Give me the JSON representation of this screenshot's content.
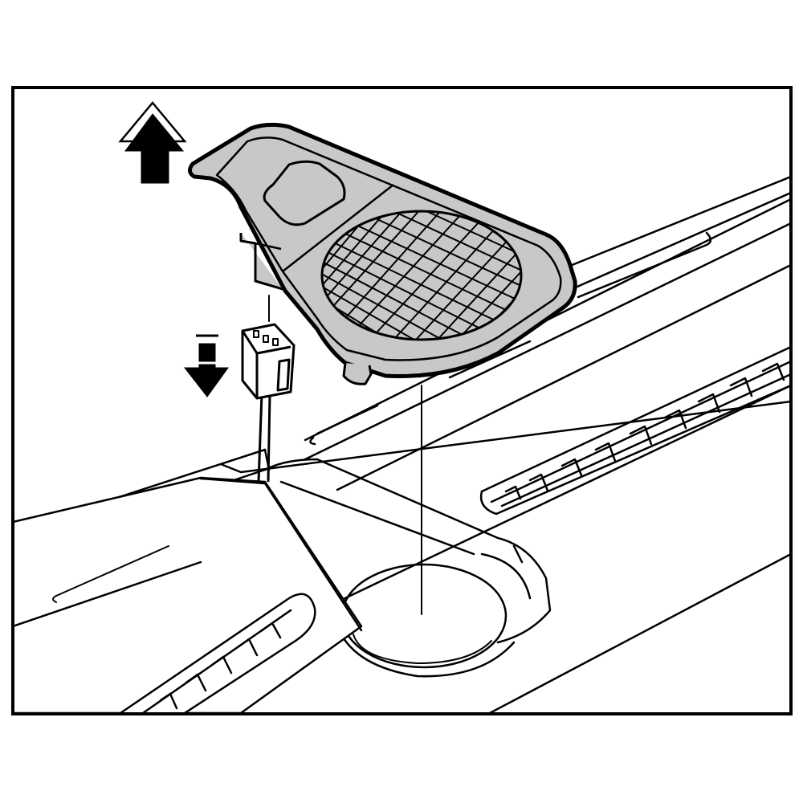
{
  "diagram": {
    "style": "black-and-white line illustration",
    "colors": {
      "line": "#000000",
      "background": "#ffffff",
      "part_fill": "#c8c8c8"
    },
    "icons": {
      "up_arrow": "arrow-up-icon",
      "down_arrow": "arrow-down-icon"
    },
    "parts": [
      "frame",
      "dashboard-panel",
      "speaker-grille-cover",
      "speaker-connector",
      "speaker-mounting-hole",
      "air-vent"
    ]
  }
}
